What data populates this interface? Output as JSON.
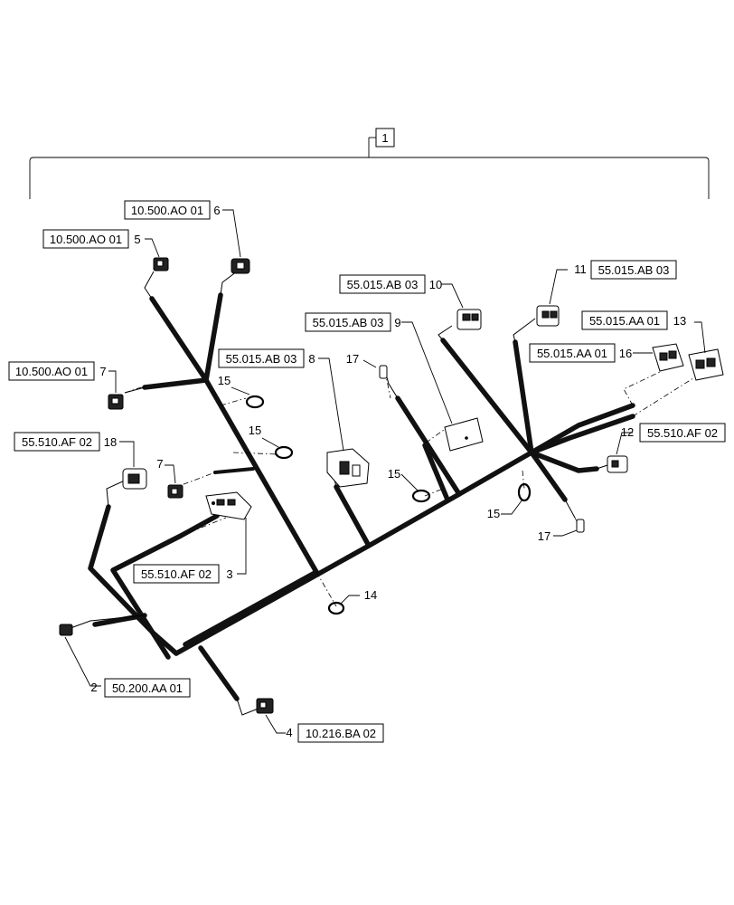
{
  "assembly": {
    "item": "1"
  },
  "callouts": [
    {
      "item": "6",
      "ref": "10.500.AO 01"
    },
    {
      "item": "5",
      "ref": "10.500.AO 01"
    },
    {
      "item": "7",
      "ref": "10.500.AO 01"
    },
    {
      "item": "18",
      "ref": "55.510.AF 02"
    },
    {
      "item": "7",
      "ref": ""
    },
    {
      "item": "3",
      "ref": "55.510.AF 02"
    },
    {
      "item": "15",
      "ref": ""
    },
    {
      "item": "15",
      "ref": ""
    },
    {
      "item": "8",
      "ref": "55.015.AB 03"
    },
    {
      "item": "9",
      "ref": "55.015.AB 03"
    },
    {
      "item": "17",
      "ref": ""
    },
    {
      "item": "10",
      "ref": "55.015.AB 03"
    },
    {
      "item": "11",
      "ref": "55.015.AB 03"
    },
    {
      "item": "13",
      "ref": "55.015.AA 01"
    },
    {
      "item": "16",
      "ref": "55.015.AA 01"
    },
    {
      "item": "12",
      "ref": "55.510.AF 02"
    },
    {
      "item": "15",
      "ref": ""
    },
    {
      "item": "15",
      "ref": ""
    },
    {
      "item": "17",
      "ref": ""
    },
    {
      "item": "14",
      "ref": ""
    },
    {
      "item": "2",
      "ref": "50.200.AA 01"
    },
    {
      "item": "4",
      "ref": "10.216.BA 02"
    }
  ]
}
